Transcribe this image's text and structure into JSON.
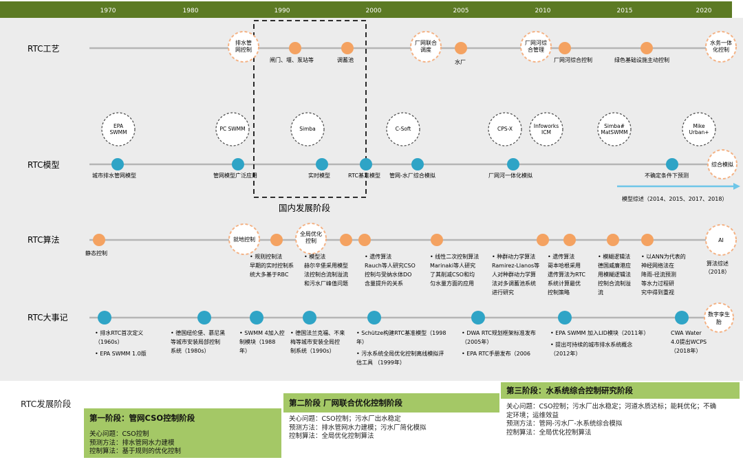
{
  "years": [
    "1970",
    "1980",
    "1990",
    "2000",
    "2005",
    "2010",
    "2015",
    "2020"
  ],
  "rows": {
    "process": "RTC工艺",
    "model": "RTC模型",
    "algorithm": "RTC算法",
    "events": "RTC大事记",
    "stages": "RTC发展阶段"
  },
  "domestic_stage": "国内发展阶段",
  "process": {
    "circles": [
      "排水管网控制",
      "厂网联合调度",
      "厂网河综合管理",
      "水务一体化控制"
    ],
    "labels": [
      "闸门、堰、泵站等",
      "调蓄池",
      "水厂",
      "厂网河综合控制",
      "绿色基础设施主动控制"
    ]
  },
  "model": {
    "circles": [
      "EPA SWMM",
      "PC SWMM",
      "Simba",
      "C-Soft",
      "CPS-X",
      "Infoworks ICM",
      "Simba# MatSWMM",
      "Mike Urban+"
    ],
    "labels": [
      "城市排水管网模型",
      "管网模型广泛应用",
      "实时模型",
      "RTC基准模型",
      "管网-水厂综合模拟",
      "厂网河一体化模拟",
      "不确定条件下预测"
    ],
    "end": "综合模拟",
    "review": "模型综述（2014、2015、2017、2018）"
  },
  "algorithm": {
    "circles": [
      "就地控制",
      "全局优化控制",
      "AI"
    ],
    "left": "静态控制",
    "notes": [
      [
        "规则控制法",
        "早期的实时控制系",
        "统大多基于RBC"
      ],
      [
        "模型法",
        "赫尔辛堡采用模型",
        "法控制合流制溢流",
        "和污水厂峰值问题"
      ],
      [
        "遗传算法",
        "Rauch等人研究CSO",
        "控制与受纳水体DO",
        "含量提升的关系"
      ],
      [
        "线性二次控制算法",
        "Marinaki等人研究",
        "了其削减CSO和均",
        "匀水量方面的应用"
      ],
      [
        "种群动力学算法",
        "Ramirez-Llanos等",
        "人对种群动力学算",
        "法对多调蓄池系统",
        "进行研究"
      ],
      [
        "遗传算法",
        "哥本哈根采用",
        "遗传算法为RTC",
        "系统计算最优",
        "控制策略"
      ],
      [
        "模糊逻辑法",
        "德国威廉港应",
        "用模糊逻辑法",
        "控制合流制溢",
        "流"
      ],
      [
        "以ANN为代表的",
        "神经网络法在",
        "降雨-径流预测",
        "等水力过程研",
        "究中得到重视"
      ]
    ],
    "review": [
      "算法综述",
      "（2018）"
    ]
  },
  "events": {
    "notes": [
      [
        "排水RTC首次定义",
        "（1960s）",
        "EPA SWMM 1.0版"
      ],
      [
        "德国纽伦堡、慕尼黑",
        "等城市安装局部控制",
        "系统（1980s）"
      ],
      [
        "SWMM 4加入控",
        "制模块（1988",
        "年）"
      ],
      [
        "德国法兰克福、不来",
        "梅等城市安装全局控",
        "制系统（1990s）"
      ],
      [
        "Schütze构建RTC基准模型（1998",
        "年）",
        "污水系统全局优化控制离线模拟评",
        "估工具 （1999年）"
      ],
      [
        "DWA RTC规划框架标准发布",
        "（2005年）",
        "EPA RTC手册发布（2006"
      ],
      [
        "EPA SWMM 加入LID模块（2011年）",
        "提出可持续的城市排水系统概念",
        "（2012年）"
      ],
      [
        "CWA Water",
        "4.0提出WCPS",
        "（2018年）"
      ]
    ],
    "end": [
      "数字孪生",
      "胎"
    ]
  },
  "stages": [
    {
      "title": "第一阶段：管网CSO控制阶段",
      "lines": [
        "关心问题：CSO控制",
        "预测方法：排水管网水力建模",
        "控制算法：基于规则的优化控制"
      ]
    },
    {
      "title": "第二阶段  厂网联合优化控制阶段",
      "lines": [
        "关心问题：CSO控制；污水厂出水稳定",
        "预测方法：排水管网水力建模；污水厂简化模拟",
        "控制算法：全局优化控制算法"
      ]
    },
    {
      "title": "第三阶段：水系统综合控制研究阶段",
      "lines": [
        "关心问题：CSO控制；污水厂出水稳定；河道水质达标；能耗优化；不确",
        "定环境；运维效益",
        "预测方法：管网-污水厂-水系统综合模拟",
        "控制算法：全局优化控制算法"
      ]
    }
  ],
  "colors": {
    "header": "#5c7a24",
    "band": "#ececec",
    "orange": "#f4a261",
    "blue": "#2fa4c6",
    "arrow": "#6ec6e8",
    "phase": "#a4c866"
  }
}
